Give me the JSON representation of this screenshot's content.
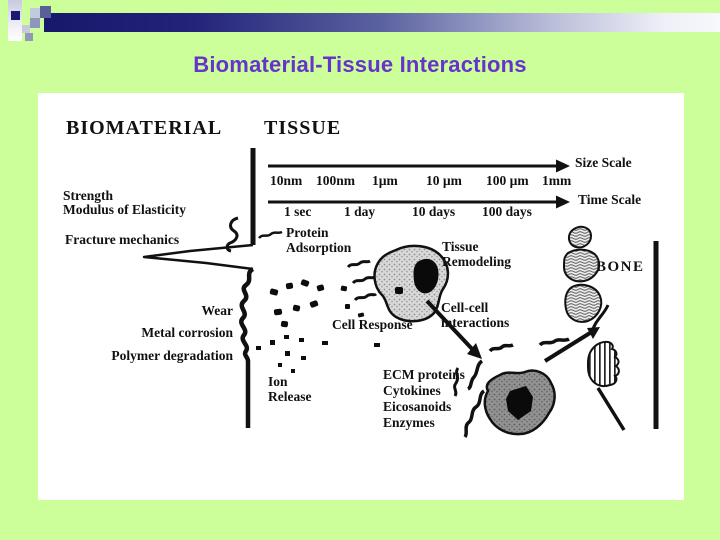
{
  "slide": {
    "title": "Biomaterial-Tissue Interactions",
    "colors": {
      "background": "#ccff99",
      "title_text": "#6633cc",
      "ornament_navy": "#1a1a6e",
      "panel": "#ffffff",
      "ink": "#111111"
    }
  },
  "diagram": {
    "headers": {
      "left": "BIOMATERIAL",
      "right": "TISSUE"
    },
    "scales": {
      "size": {
        "label": "Size Scale",
        "ticks": [
          "10nm",
          "100nm",
          "1µm",
          "10 µm",
          "100 µm",
          "1mm"
        ]
      },
      "time": {
        "label": "Time Scale",
        "ticks": [
          "1 sec",
          "1 day",
          "10 days",
          "100 days"
        ]
      }
    },
    "biomaterial_labels": {
      "strength": "Strength",
      "modulus": "Modulus of Elasticity",
      "fracture": "Fracture mechanics",
      "wear": "Wear",
      "corrosion": "Metal corrosion",
      "degradation": "Polymer degradation"
    },
    "tissue_labels": {
      "protein_adsorption": "Protein\nAdsorption",
      "tissue_remodeling": "Tissue\nRemodeling",
      "cell_response": "Cell Response",
      "cell_cell_interactions": "Cell-cell\ninteractions",
      "ion_release": "Ion\nRelease",
      "ecm_list": "ECM proteins\nCytokines\nEicosanoids\nEnzymes",
      "bone": "BONE"
    }
  }
}
